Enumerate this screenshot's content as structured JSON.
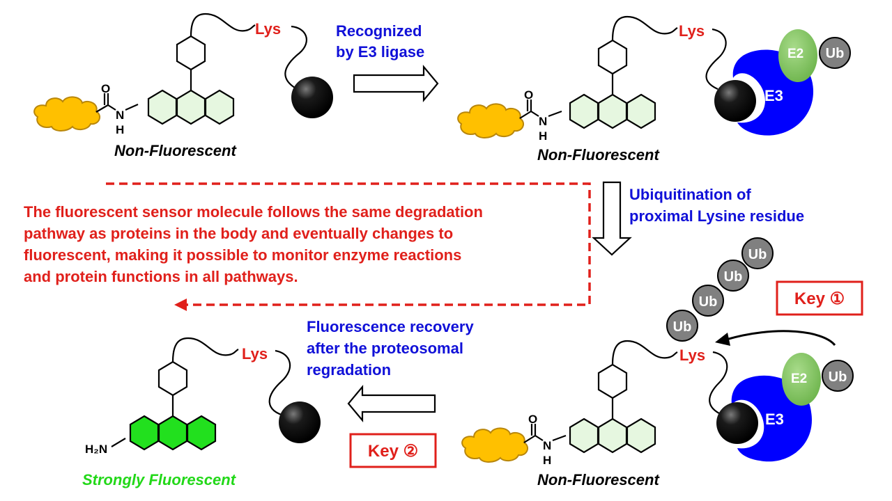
{
  "step1": {
    "label": "Non-Fluorescent",
    "lys": "Lys",
    "amide_o": "O",
    "amide_n": "N",
    "amide_h": "H"
  },
  "arrow1_label": {
    "line1": "Recognized",
    "line2": "by E3 ligase"
  },
  "step2": {
    "label": "Non-Fluorescent",
    "lys": "Lys",
    "amide_o": "O",
    "amide_n": "N",
    "amide_h": "H",
    "e2": "E2",
    "ub": "Ub",
    "e3": "E3"
  },
  "arrow2_label": {
    "line1": "Ubiquitination of",
    "line2": "proximal Lysine residue"
  },
  "description": {
    "line1": "The fluorescent sensor molecule follows the same degradation",
    "line2": "pathway as proteins in the body and eventually changes to",
    "line3": "fluorescent, making it possible to monitor enzyme reactions",
    "line4": "and protein functions in all pathways."
  },
  "step3": {
    "label": "Non-Fluorescent",
    "lys": "Lys",
    "amide_o": "O",
    "amide_n": "N",
    "amide_h": "H",
    "e2": "E2",
    "ub": "Ub",
    "e3": "E3",
    "ub_chain": [
      "Ub",
      "Ub",
      "Ub",
      "Ub"
    ]
  },
  "key1": "Key ①",
  "arrow3_label": {
    "line1": "Fluorescence recovery",
    "line2": "after the proteosomal",
    "line3": "regradation"
  },
  "key2": "Key ②",
  "step4": {
    "label": "Strongly Fluorescent",
    "lys": "Lys",
    "amine": "H₂N"
  },
  "colors": {
    "red": "#e0201b",
    "blue": "#1010d8",
    "ring_pale": "#e6f7e0",
    "ring_bright": "#22e01e",
    "green_text": "#22d818",
    "e3": "#0000ff",
    "e2": "#7dc35a",
    "ub": "#808080",
    "cloud": "#ffc000"
  }
}
